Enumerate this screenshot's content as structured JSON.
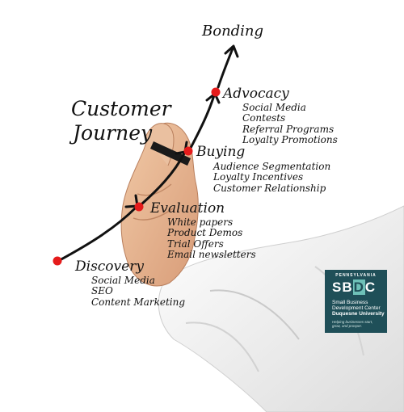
{
  "title_line1": "Customer",
  "title_line2": "Journey",
  "stages": [
    {
      "label": "Discovery",
      "items": [
        "Social Media",
        "SEO",
        "Content Marketing"
      ]
    },
    {
      "label": "Evaluation",
      "items": [
        "White papers",
        "Product Demos",
        "Trial Offers",
        "Email newsletters"
      ]
    },
    {
      "label": "Buying",
      "items": [
        "Audience Segmentation",
        "Loyalty Incentives",
        "Customer Relationship"
      ]
    },
    {
      "label": "Advocacy",
      "items": [
        "Social Media",
        "Contests",
        "Referral Programs",
        "Loyalty Promotions"
      ]
    },
    {
      "label": "Bonding",
      "items": []
    }
  ],
  "logo": {
    "state": "PENNSYLVANIA",
    "mark_left": "SB",
    "mark_highlight": "D",
    "mark_right": "C",
    "line1": "Small Business",
    "line2a": "Development Center",
    "line2b": "Duquesne University",
    "tagline": "Helping businesses start, grow, and prosper."
  },
  "colors": {
    "dot": "#e51b1b",
    "ink": "#111111",
    "logo_bg": "#1f4f58",
    "logo_accent": "#6ec1b8"
  }
}
